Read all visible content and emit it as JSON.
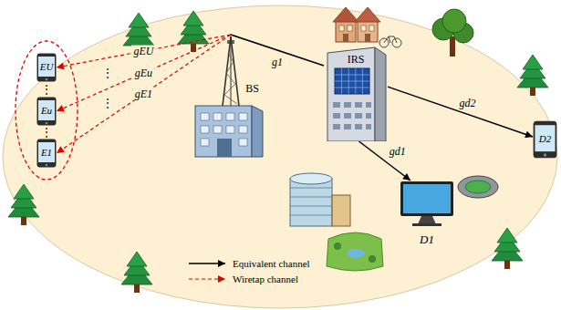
{
  "diagram": {
    "nodes": [
      {
        "text": [
          "BS"
        ]
      },
      {
        "text": [
          "IRS"
        ]
      },
      {
        "text": [
          "D2"
        ]
      },
      {
        "text": [
          "D1"
        ]
      },
      {
        "text": [
          "EU"
        ]
      },
      {
        "text": [
          "Eu"
        ]
      },
      {
        "text": [
          "E1"
        ]
      }
    ],
    "edges": [
      {
        "from": 0,
        "to": 1,
        "label": "g1",
        "arrow": "none"
      },
      {
        "from": 1,
        "to": 2,
        "label": "gd2",
        "arrow": "to"
      },
      {
        "from": 1,
        "to": 3,
        "label": "gd1",
        "arrow": "to"
      },
      {
        "from": 0,
        "to": 4,
        "label": "gEU",
        "arrow": "to"
      },
      {
        "from": 0,
        "to": 5,
        "label": "gEu",
        "arrow": "to"
      },
      {
        "from": 0,
        "to": 6,
        "label": "gE1",
        "arrow": "to"
      }
    ],
    "labels": [
      "⋮",
      "⋮",
      "⋮",
      "⋮"
    ],
    "legend": [
      {
        "text": "Equivalent channel"
      },
      {
        "text": "Wiretap channel"
      }
    ]
  }
}
